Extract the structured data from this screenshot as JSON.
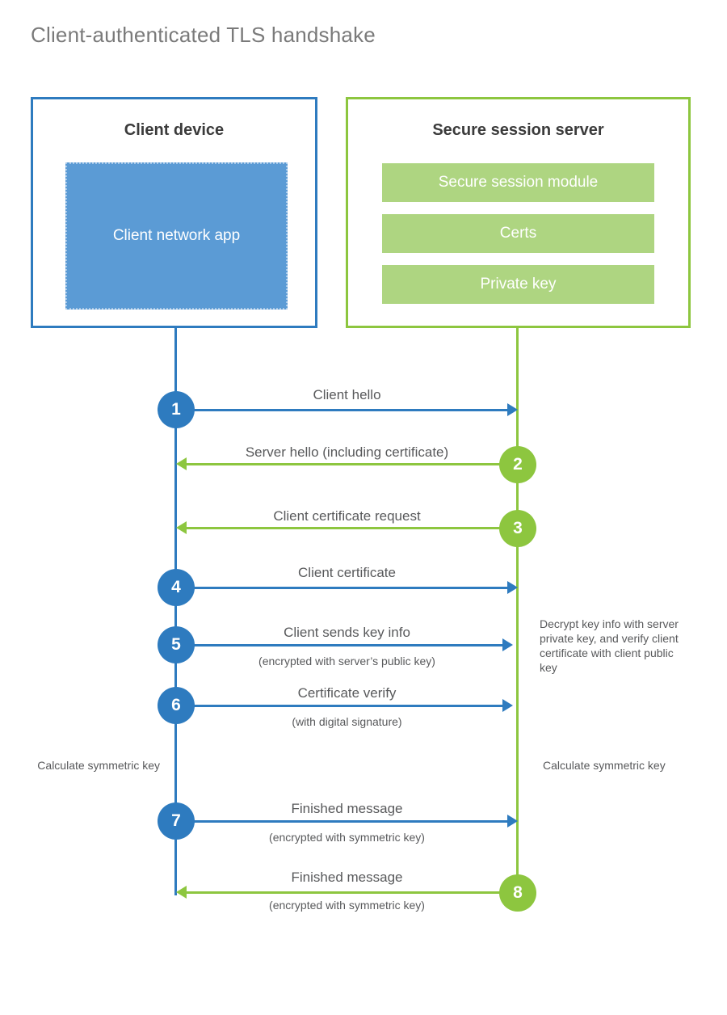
{
  "title": "Client-authenticated TLS handshake",
  "colors": {
    "client_blue": "#2e7bbf",
    "client_app_fill": "#5b9bd5",
    "server_green": "#8dc63f",
    "server_bar_fill": "#aed581",
    "text_gray": "#58595b",
    "title_gray": "#7a7a7a",
    "heading_dark": "#3b3b3b"
  },
  "actors": {
    "client": {
      "title": "Client device",
      "app_label": "Client network app"
    },
    "server": {
      "title": "Secure session server",
      "components": [
        {
          "label": "Secure session module"
        },
        {
          "label": "Certs"
        },
        {
          "label": "Private key"
        }
      ]
    }
  },
  "steps": [
    {
      "number": "1",
      "side": "client",
      "direction": "to-server",
      "label": "Client hello",
      "sublabel": ""
    },
    {
      "number": "2",
      "side": "server",
      "direction": "to-client",
      "label": "Server hello (including certificate)",
      "sublabel": ""
    },
    {
      "number": "3",
      "side": "server",
      "direction": "to-client",
      "label": "Client certificate request",
      "sublabel": ""
    },
    {
      "number": "4",
      "side": "client",
      "direction": "to-server",
      "label": "Client certificate",
      "sublabel": ""
    },
    {
      "number": "5",
      "side": "client",
      "direction": "to-server",
      "label": "Client sends key info",
      "sublabel": "(encrypted with server’s public key)"
    },
    {
      "number": "6",
      "side": "client",
      "direction": "to-server",
      "label": "Certificate verify",
      "sublabel": "(with digital signature)"
    },
    {
      "number": "7",
      "side": "client",
      "direction": "to-server",
      "label": "Finished message",
      "sublabel": "(encrypted with symmetric key)"
    },
    {
      "number": "8",
      "side": "server",
      "direction": "to-client",
      "label": "Finished message",
      "sublabel": "(encrypted with symmetric key)"
    }
  ],
  "notes": {
    "server_decrypt": "Decrypt key info with server private key, and verify client certificate with client public key",
    "client_calculate": "Calculate symmetric key",
    "server_calculate": "Calculate symmetric key"
  }
}
